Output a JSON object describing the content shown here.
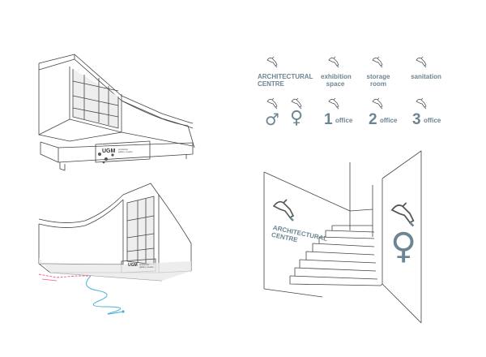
{
  "legend": {
    "architectural_centre": "ARCHITECTURAL CENTRE",
    "exhibition_space": "exhibition space",
    "storage_room": "storage room",
    "sanitation": "sanitation",
    "male_symbol": "♂",
    "female_symbol": "♀",
    "office_1_number": "1",
    "office_2_number": "2",
    "office_3_number": "3",
    "office_label": "office"
  },
  "building_sign": {
    "logo": "UGM",
    "subtitle": "arsitektur gallery studio"
  },
  "stair_scene": {
    "wall_sign": "ARCHITECTURAL CENTRE",
    "female_symbol": "♀"
  },
  "colors": {
    "accent_grey_blue": "#6d8592",
    "path_blue": "#4ab3d8",
    "path_pink": "#e85a8a",
    "line": "#444444"
  }
}
